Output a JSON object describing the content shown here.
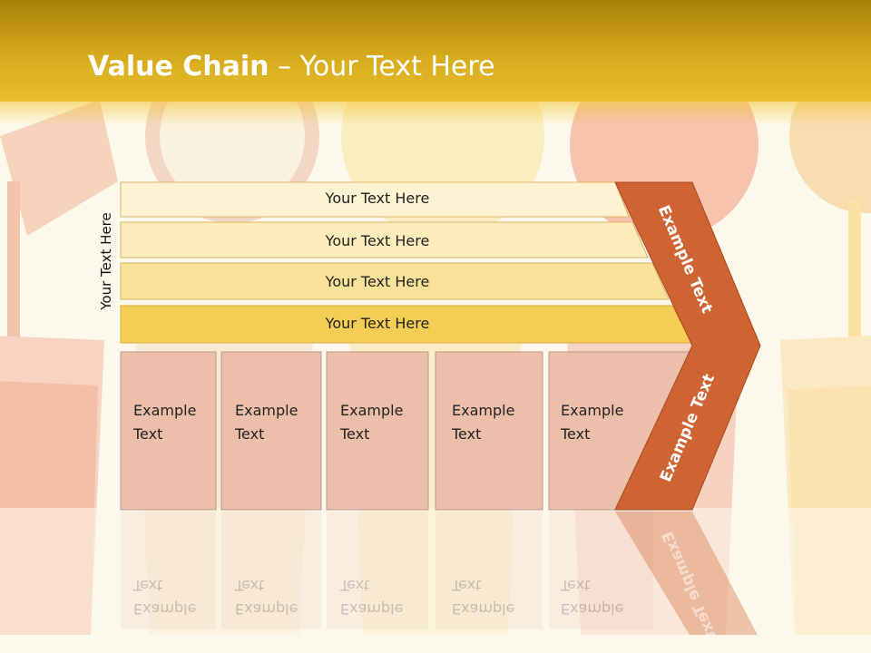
{
  "title": {
    "bold": "Value Chain",
    "rest": " – Your Text Here"
  },
  "side_label": "Your Text Here",
  "rows": [
    {
      "label": "Your Text Here"
    },
    {
      "label": "Your Text Here"
    },
    {
      "label": "Your Text Here"
    },
    {
      "label": "Your Text Here"
    }
  ],
  "boxes": [
    {
      "line1": "Example",
      "line2": "Text"
    },
    {
      "line1": "Example",
      "line2": "Text"
    },
    {
      "line1": "Example",
      "line2": "Text"
    },
    {
      "line1": "Example",
      "line2": "Text"
    },
    {
      "line1": "Example",
      "line2": "Text"
    }
  ],
  "arrow": {
    "top": "Example Text",
    "bottom": "Example Text"
  },
  "colors": {
    "header": "#d6aa1c",
    "row_shades": [
      "#fdf3d2",
      "#fbecb9",
      "#f8e29a",
      "#f4cd55"
    ],
    "box_fill": "#ebbfaa",
    "arrow_fill": "#cd6431"
  }
}
